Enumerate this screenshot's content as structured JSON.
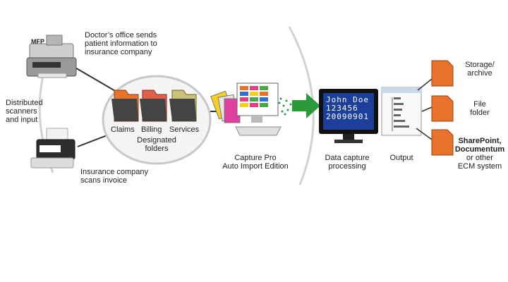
{
  "left": {
    "mfp_label": "MFP",
    "doctor_text": [
      "Doctor’s office sends",
      "patient information to",
      "insurance company"
    ],
    "distributed_text": [
      "Distributed",
      "scanners",
      "and input"
    ],
    "insurance_text": [
      "Insurance company",
      "scans invoice"
    ]
  },
  "folders": {
    "labels": [
      "Claims",
      "Billing",
      "Services"
    ],
    "caption": [
      "Designated",
      "folders"
    ],
    "colors": [
      "#e8732a",
      "#e0614a",
      "#c9c27a"
    ]
  },
  "capture": {
    "caption": [
      "Capture Pro",
      "Auto Import Edition"
    ]
  },
  "monitor": {
    "lines": [
      "John Doe",
      "123456",
      "20090901"
    ],
    "caption": [
      "Data capture",
      "processing"
    ],
    "screen_color": "#1b3f9a"
  },
  "output": {
    "caption": "Output",
    "targets": [
      {
        "lines": [
          "Storage/",
          "archive"
        ],
        "bold_lines": []
      },
      {
        "lines": [
          "File",
          "folder"
        ],
        "bold_lines": []
      },
      {
        "lines": [
          "SharePoint,",
          "Documentum",
          "or other",
          "ECM system"
        ],
        "bold_lines": [
          0,
          1
        ]
      }
    ],
    "doc_color": "#e8732a"
  },
  "colors": {
    "arrow": "#2a9a3a",
    "circle_stroke": "#c8c8c8"
  }
}
